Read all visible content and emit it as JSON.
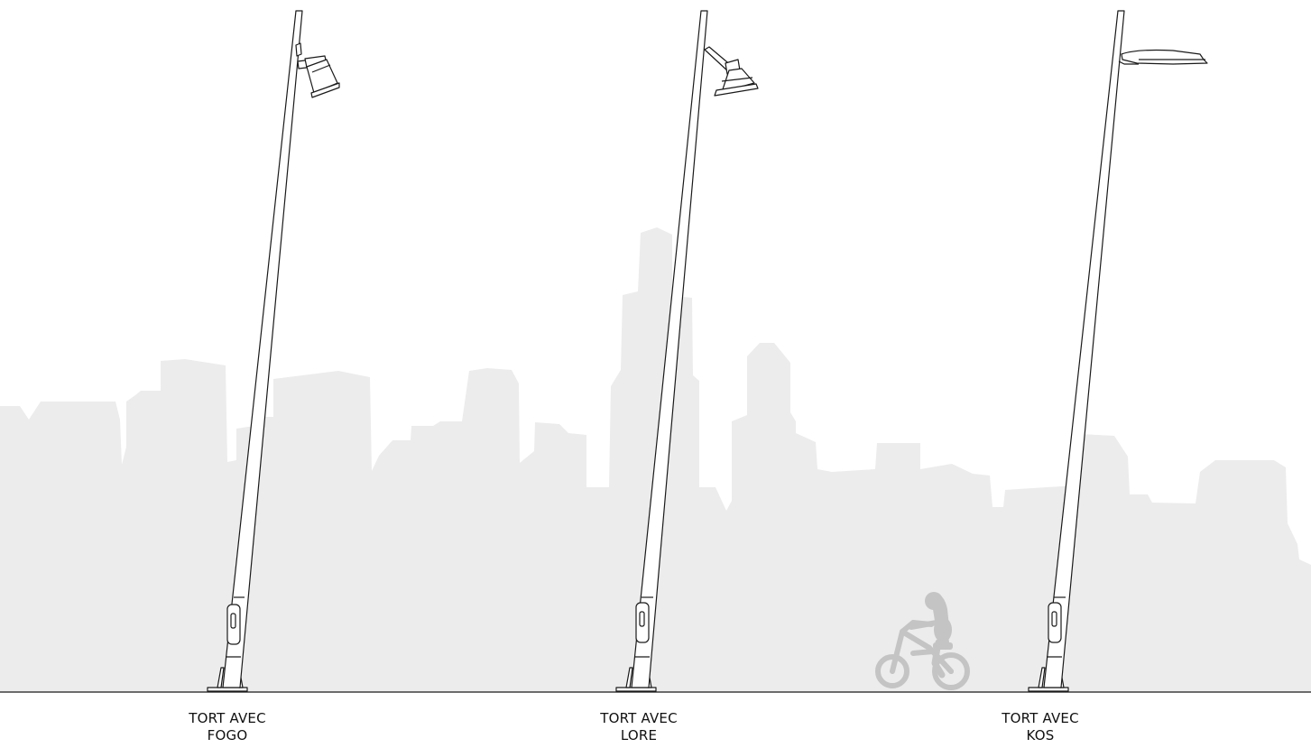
{
  "labels": [
    {
      "line1": "TORT AVEC",
      "line2": "FOGO"
    },
    {
      "line1": "TORT AVEC",
      "line2": "LORE"
    },
    {
      "line1": "TORT AVEC",
      "line2": "KOS"
    }
  ],
  "colors": {
    "background": "#ffffff",
    "skyline": "#ececec",
    "line": "#1a1a1a",
    "silhouette": "#c4c4c4"
  }
}
